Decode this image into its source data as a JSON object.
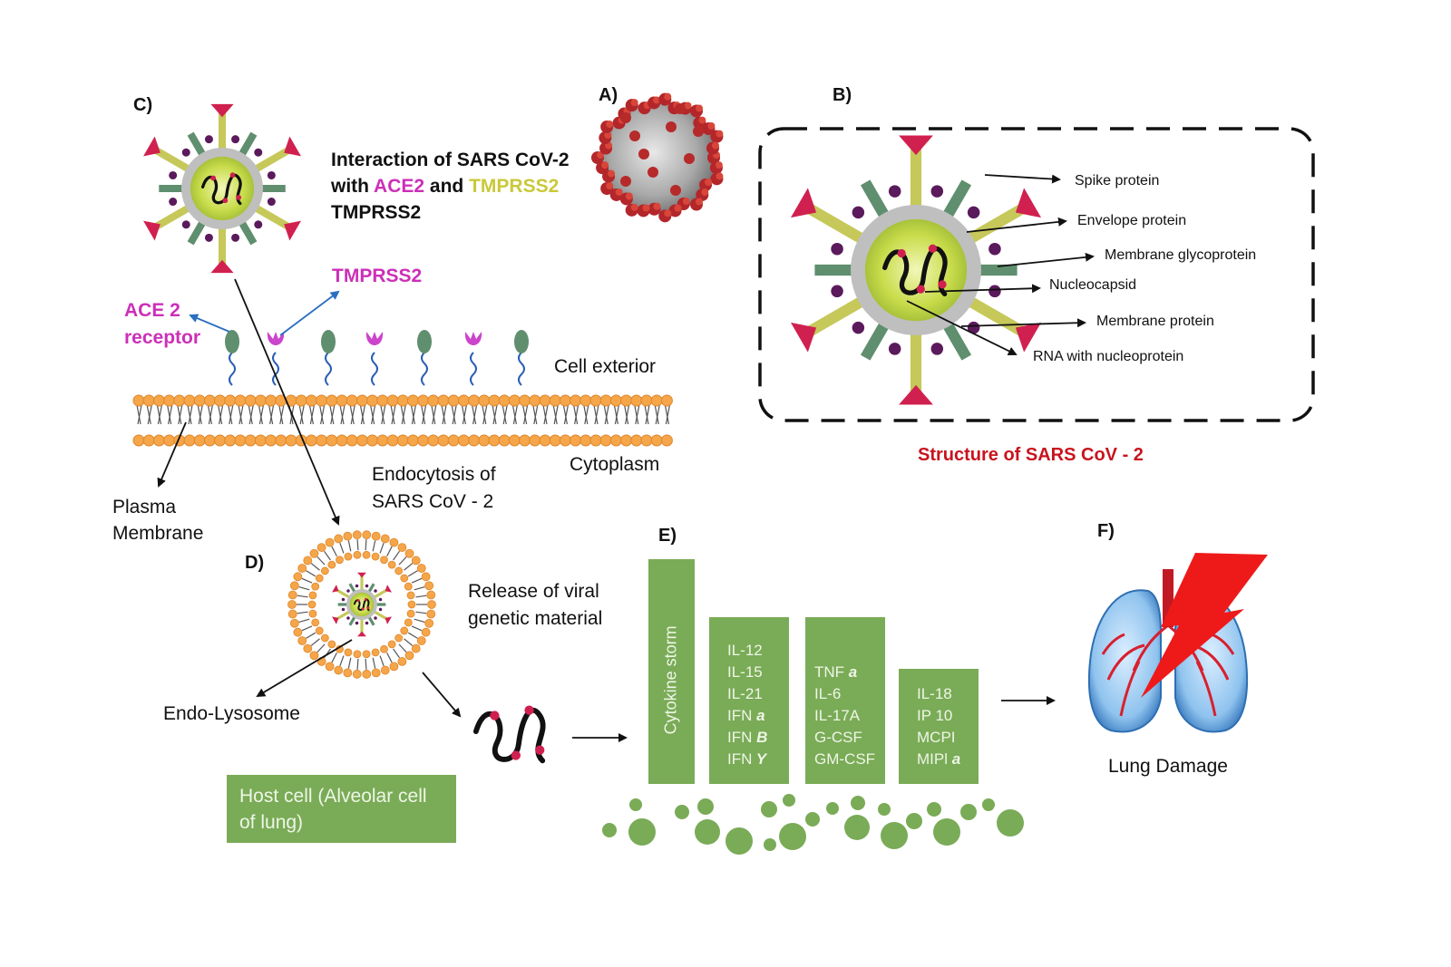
{
  "panels": {
    "a": "A)",
    "b": "B)",
    "c": "C)",
    "d": "D)",
    "e": "E)",
    "f": "F)"
  },
  "interaction": {
    "line1": "Interaction of SARS CoV-2",
    "with": "with ",
    "ace2": "ACE2",
    "and": " and ",
    "tmprss2": "TMPRSS2",
    "line3": "TMPRSS2"
  },
  "membrane_labels": {
    "tmprss2": "TMPRSS2",
    "ace2_line1": "ACE 2",
    "ace2_line2": "receptor",
    "cell_exterior": "Cell exterior",
    "cytoplasm": "Cytoplasm",
    "plasma_line1": "Plasma",
    "plasma_line2": "Membrane",
    "endocytosis_line1": "Endocytosis of",
    "endocytosis_line2": "SARS CoV - 2"
  },
  "structure": {
    "caption": "Structure of SARS CoV - 2",
    "spike": "Spike protein",
    "envelope": "Envelope protein",
    "glycoprotein": "Membrane glycoprotein",
    "nucleocapsid": "Nucleocapsid",
    "membrane_protein": "Membrane protein",
    "rna": "RNA with nucleoprotein"
  },
  "endo": {
    "release_line1": "Release of viral",
    "release_line2": "genetic material",
    "endo_lysosome": "Endo-Lysosome",
    "host_line1": "Host cell (Alveolar cell",
    "host_line2": "of lung)"
  },
  "cytokines": {
    "storm": "Cytokine storm",
    "col1": [
      "IL-12",
      "IL-15",
      "IL-21",
      "IFN",
      "IFN",
      "IFN"
    ],
    "col1_greek": [
      "",
      "",
      "",
      "a",
      "B",
      "Y"
    ],
    "col2": [
      "TNF",
      "IL-6",
      "IL-17A",
      "G-CSF",
      "GM-CSF"
    ],
    "col2_greek": [
      "a",
      "",
      "",
      "",
      ""
    ],
    "col3": [
      "IL-18",
      "IP 10",
      "MCPI",
      "MIPl"
    ],
    "col3_greek": [
      "",
      "",
      "",
      "a"
    ]
  },
  "lung": {
    "label": "Lung Damage"
  },
  "colors": {
    "green": "#7aab57",
    "magenta": "#cc2fb8",
    "yellow": "#c9c93a",
    "red": "#c8141e",
    "lipid": "#f5a64a"
  }
}
